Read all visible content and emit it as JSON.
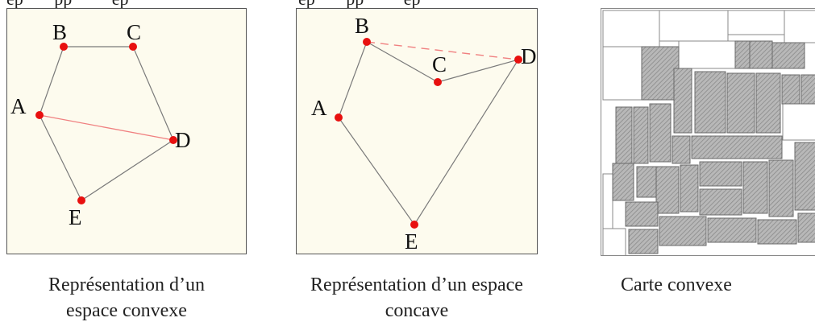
{
  "top_fragments": {
    "left": "ep          pp              ep",
    "middle": "ep          pp              ep"
  },
  "convex_panel": {
    "points": {
      "A": "A",
      "B": "B",
      "C": "C",
      "D": "D",
      "E": "E"
    },
    "caption_line1": "Représentation d’un",
    "caption_line2": "espace convexe"
  },
  "concave_panel": {
    "points": {
      "A": "A",
      "B": "B",
      "C": "C",
      "D": "D",
      "E": "E"
    },
    "caption_line1": "Représentation d’un espace",
    "caption_line2": "concave"
  },
  "map_panel": {
    "caption": "Carte convexe"
  },
  "colors": {
    "panel_bg": "#fdfbee",
    "point": "#e8100f",
    "edge": "#7a7a7a",
    "diagonal": "#f08080",
    "hatch": "#9a9a9a"
  }
}
